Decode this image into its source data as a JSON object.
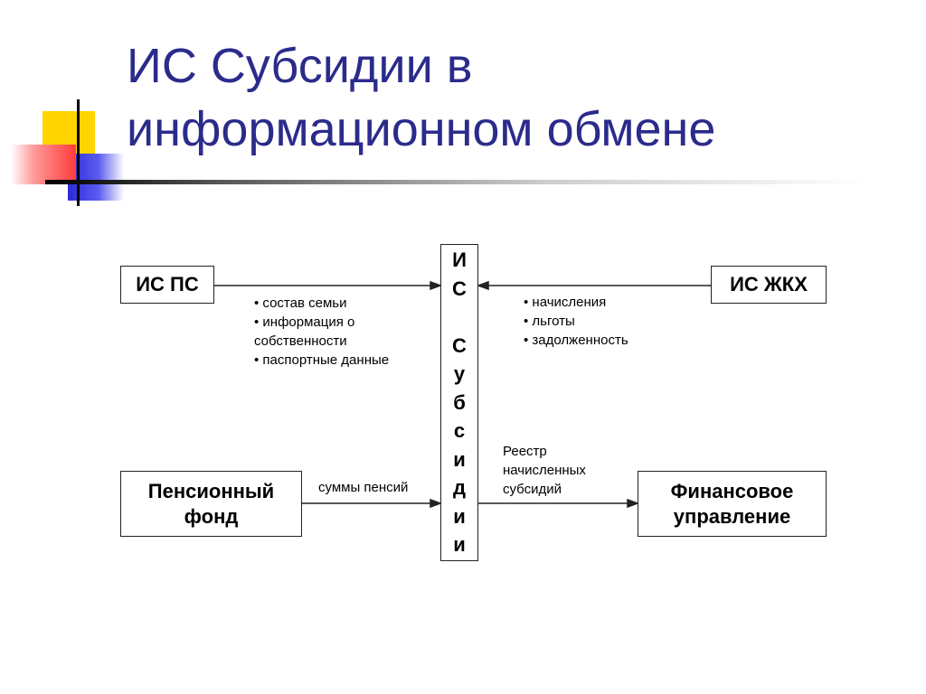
{
  "title": {
    "line1": "ИС Субсидии в",
    "line2": "информационном обмене"
  },
  "center": {
    "label_chars": [
      "И",
      "С",
      "",
      "С",
      "у",
      "б",
      "с",
      "и",
      "д",
      "и",
      "и"
    ]
  },
  "nodes": {
    "is_ps": "ИС ПС",
    "is_zhkh": "ИС ЖКХ",
    "pension_fund_line1": "Пенсионный",
    "pension_fund_line2": "фонд",
    "finance_line1": "Финансовое",
    "finance_line2": "управление"
  },
  "flows": {
    "is_ps_items": [
      "состав семьи",
      "информация о собственности",
      "паспортные данные"
    ],
    "is_zhkh_items": [
      "начисления",
      "льготы",
      "задолженность"
    ],
    "pension_label": "суммы пенсий",
    "registry_line1": "Реестр",
    "registry_line2": "начисленных",
    "registry_line3": "субсидий"
  },
  "colors": {
    "title": "#2b2b8c",
    "deco_yellow": "#ffd400",
    "deco_blue": "#2b2bd8",
    "deco_red": "#ff3b3b"
  }
}
